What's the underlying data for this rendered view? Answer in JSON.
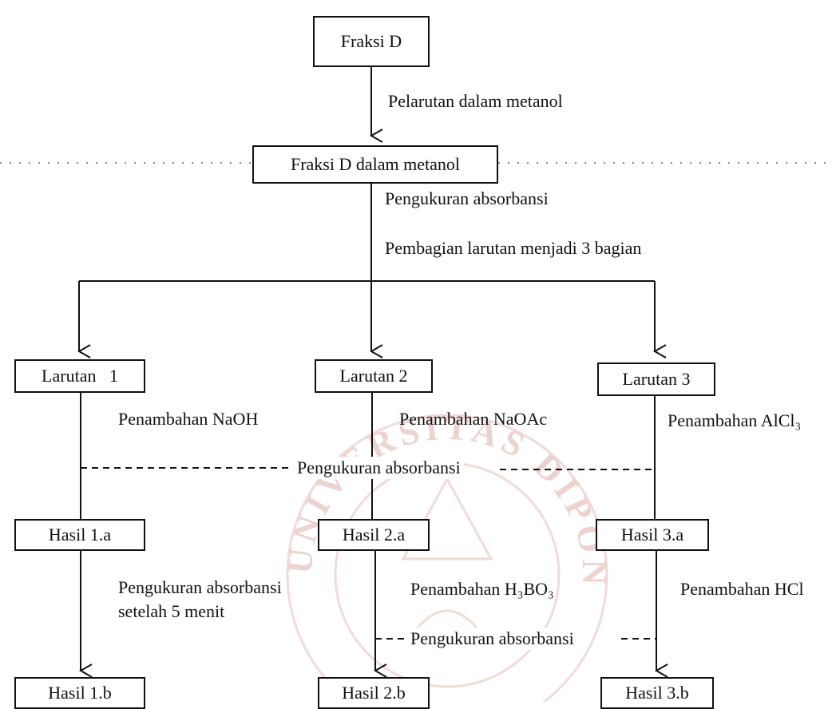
{
  "nodes": {
    "fraksi_d": "Fraksi D",
    "fraksi_d_metanol": "Fraksi D dalam metanol",
    "larutan1": "Larutan   1",
    "larutan2": "Larutan 2",
    "larutan3": "Larutan 3",
    "hasil1a": "Hasil 1.a",
    "hasil2a": "Hasil 2.a",
    "hasil3a": "Hasil 3.a",
    "hasil1b": "Hasil 1.b",
    "hasil2b": "Hasil 2.b",
    "hasil3b": "Hasil 3.b"
  },
  "steps": {
    "pelarutan": "Pelarutan dalam metanol",
    "pengukuran_1": "Pengukuran absorbansi",
    "pembagian": "Pembagian larutan menjadi 3 bagian",
    "naoh": "Penambahan NaOH",
    "naoac": "Penambahan NaOAc",
    "alcl3": "Penambahan AlCl₃",
    "pengukuran_2": "Pengukuran absorbansi",
    "pengukuran_5menit_line1": "Pengukuran absorbansi",
    "pengukuran_5menit_line2": "setelah 5 menit",
    "h3bo3": "Penambahan H₃BO₃",
    "hcl": "Penambahan HCl",
    "pengukuran_3": "Pengukuran absorbansi"
  },
  "watermark": "UNIVERSITAS DIPONEGORO",
  "colors": {
    "ink": "#111111",
    "watermark": "#e8c9c4"
  }
}
